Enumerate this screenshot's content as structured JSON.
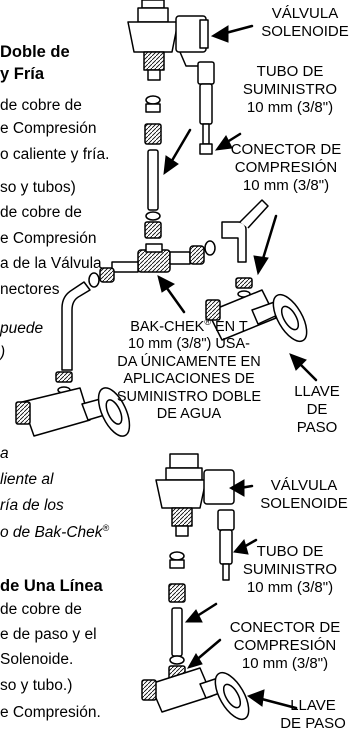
{
  "left_text": {
    "top_lines": [
      "Doble de",
      "y Fría",
      "de cobre de",
      "e Compresión",
      "o caliente y fría.",
      "so y tubos)",
      "de cobre de",
      "e Compresión",
      "a de la Válvula",
      "nectores"
    ],
    "italic_lines": [
      "puede",
      ")",
      "a",
      "liente al",
      "ría de los",
      "o de Bak-Chek"
    ],
    "bottom_heading": "de Una Línea",
    "bottom_lines": [
      "de cobre de",
      "e de paso y el",
      "Solenoide.",
      "so y tubo.)",
      "e Compresión."
    ]
  },
  "labels": {
    "solenoid_top": [
      "VÁLVULA",
      "SOLENOIDE"
    ],
    "supply_tube_top": [
      "TUBO DE",
      "SUMINISTRO",
      "10 mm (3/8\")"
    ],
    "connector_top": [
      "CONECTOR DE",
      "COMPRESIÓN",
      "10 mm (3/8\")"
    ],
    "bakchek": [
      "BAK-CHEK",
      "EN T",
      "10 mm (3/8\") USA-",
      "DA ÚNICAMENTE EN",
      "APLICACIONES DE",
      "SUMINISTRO DOBLE",
      "DE AGUA"
    ],
    "reg_mark": "®",
    "stop_valve_top": [
      "LLAVE",
      "DE",
      "PASO"
    ],
    "solenoid_bottom": [
      "VÁLVULA",
      "SOLENOIDE"
    ],
    "supply_tube_bottom": [
      "TUBO DE",
      "SUMINISTRO",
      "10 mm (3/8\")"
    ],
    "connector_bottom": [
      "CONECTOR DE",
      "COMPRESIÓN",
      "10 mm (3/8\")"
    ],
    "stop_valve_bottom": [
      "LLAVE",
      "DE PASO"
    ]
  }
}
